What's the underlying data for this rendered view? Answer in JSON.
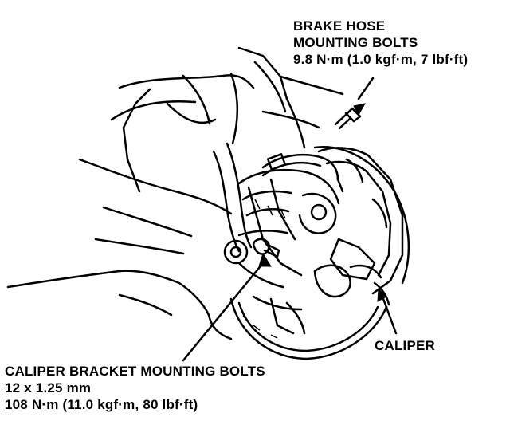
{
  "labels": {
    "brake_hose": {
      "line1": "BRAKE HOSE",
      "line2": "MOUNTING BOLTS",
      "torque": "9.8 N·m (1.0 kgf·m, 7 lbf·ft)"
    },
    "caliper": {
      "name": "CALIPER"
    },
    "caliper_bracket": {
      "name": "CALIPER BRACKET MOUNTING BOLTS",
      "size": "12 x 1.25 mm",
      "torque": "108 N·m (11.0 kgf·m, 80 lbf·ft)"
    }
  },
  "colors": {
    "line": "#000000",
    "background": "#ffffff"
  }
}
